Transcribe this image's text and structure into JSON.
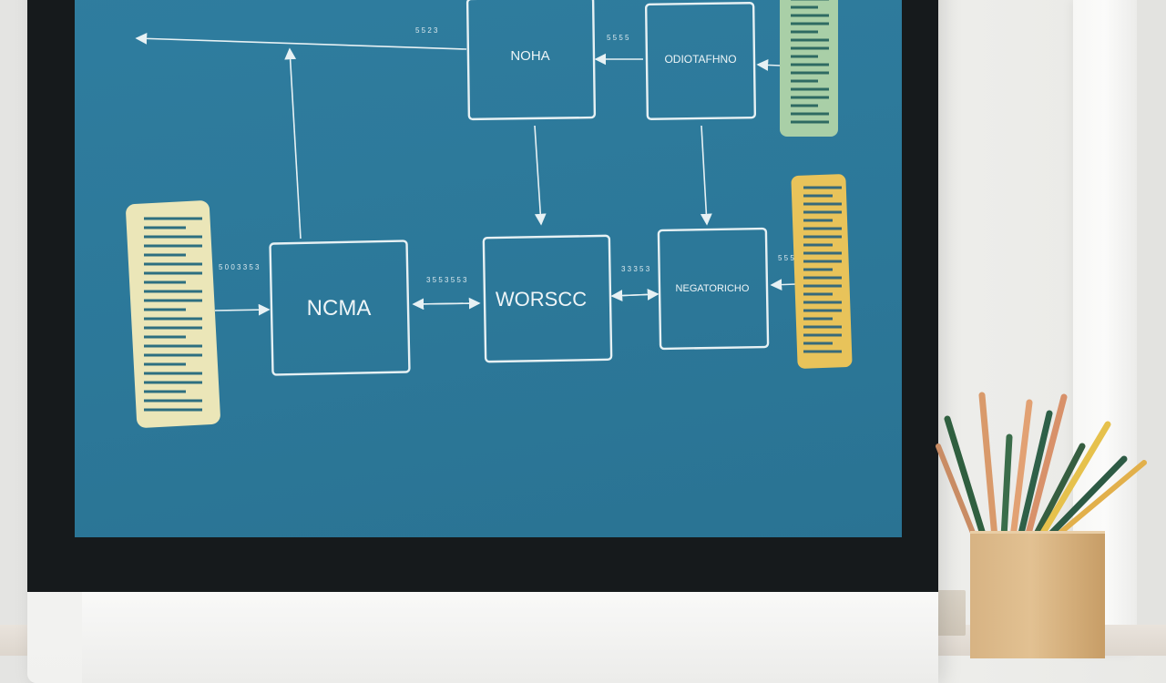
{
  "diagram": {
    "top_left_box": "NOHA",
    "top_right_box": "ODIOTAFHNO",
    "middle_left_box": "NCMA",
    "middle_center_box": "WORSCC",
    "middle_right_box": "NEGATORICHO",
    "tiny_labels": {
      "top_arrow": "5 5\n2 3",
      "top_middle": "5 5\n5 5",
      "left_input": "5 0 0 3\n3 5 3",
      "center_link": "3 5 5\n3 5 5 3",
      "right_link": "3 3\n3 5 3",
      "far_right": "5 5\n5 8"
    }
  },
  "colors": {
    "screen": "#2c7899",
    "box_stroke": "#e7f1f4",
    "green_strip": "#a9cfa7",
    "yellow_strip": "#e8c35a",
    "cream_strip": "#ebe6b8",
    "cup": "#d9b584"
  }
}
